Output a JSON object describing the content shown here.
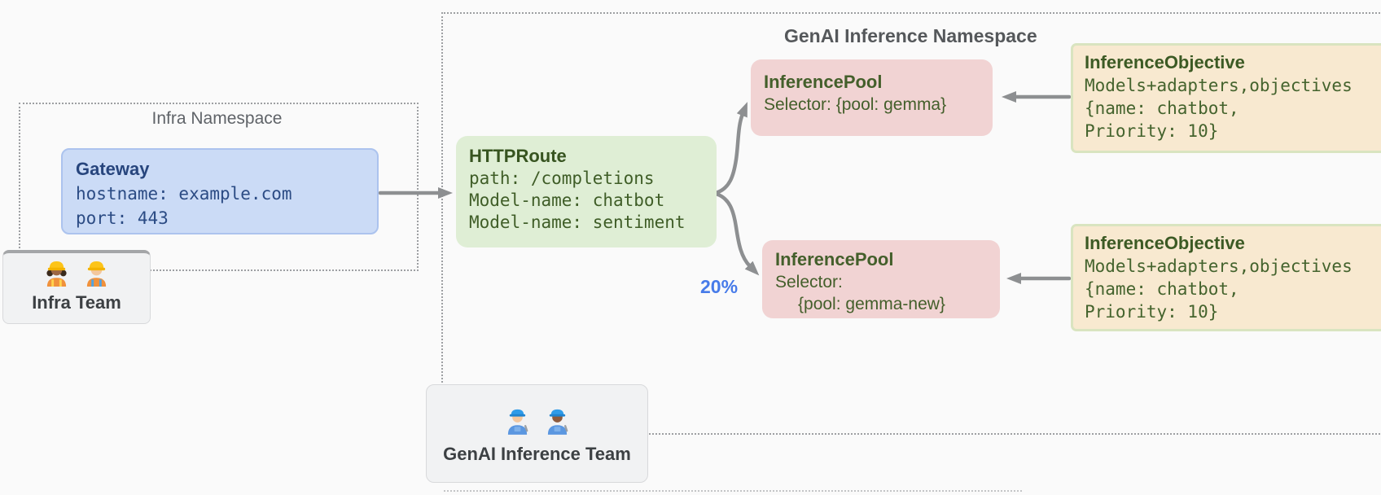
{
  "infra_namespace": {
    "title": "Infra Namespace"
  },
  "gateway": {
    "title": "Gateway",
    "lines": [
      "hostname: example.com",
      "port: 443"
    ]
  },
  "infra_team": {
    "label": "Infra Team",
    "icons": [
      "woman-construction-worker-emoji",
      "man-construction-worker-emoji"
    ]
  },
  "genai_namespace": {
    "title": "GenAI Inference Namespace"
  },
  "httproute": {
    "title": "HTTPRoute",
    "lines": [
      "path: /completions",
      "Model-name: chatbot",
      "Model-name: sentiment"
    ]
  },
  "inference_pool_top": {
    "title": "InferencePool",
    "lines": [
      "Selector: {pool: gemma}"
    ]
  },
  "inference_pool_bottom": {
    "title": "InferencePool",
    "lines": [
      "Selector:",
      "{pool: gemma-new}"
    ]
  },
  "inference_objective_top": {
    "title": "InferenceObjective",
    "lines": [
      "Models+adapters,objectives",
      "{name: chatbot,",
      "Priority: 10}"
    ]
  },
  "inference_objective_bottom": {
    "title": "InferenceObjective",
    "lines": [
      "Models+adapters,objectives",
      "{name: chatbot,",
      "Priority: 10}"
    ]
  },
  "genai_team": {
    "label": "GenAI Inference Team",
    "icons": [
      "woman-mechanic-emoji",
      "man-mechanic-emoji"
    ]
  },
  "traffic_split_label": "20%",
  "colors": {
    "gateway_fill": "#cbdbf6",
    "httproute_fill": "#dfeed5",
    "pool_fill": "#f1d3d3",
    "objective_fill": "#f8e9d0",
    "team_fill": "#f1f2f3",
    "arrow": "#8d8f91",
    "traffic_blue": "#477be9",
    "namespace_border": "#9d9fa2",
    "green_text": "#3f5d27",
    "blue_text": "#2b4b84"
  }
}
